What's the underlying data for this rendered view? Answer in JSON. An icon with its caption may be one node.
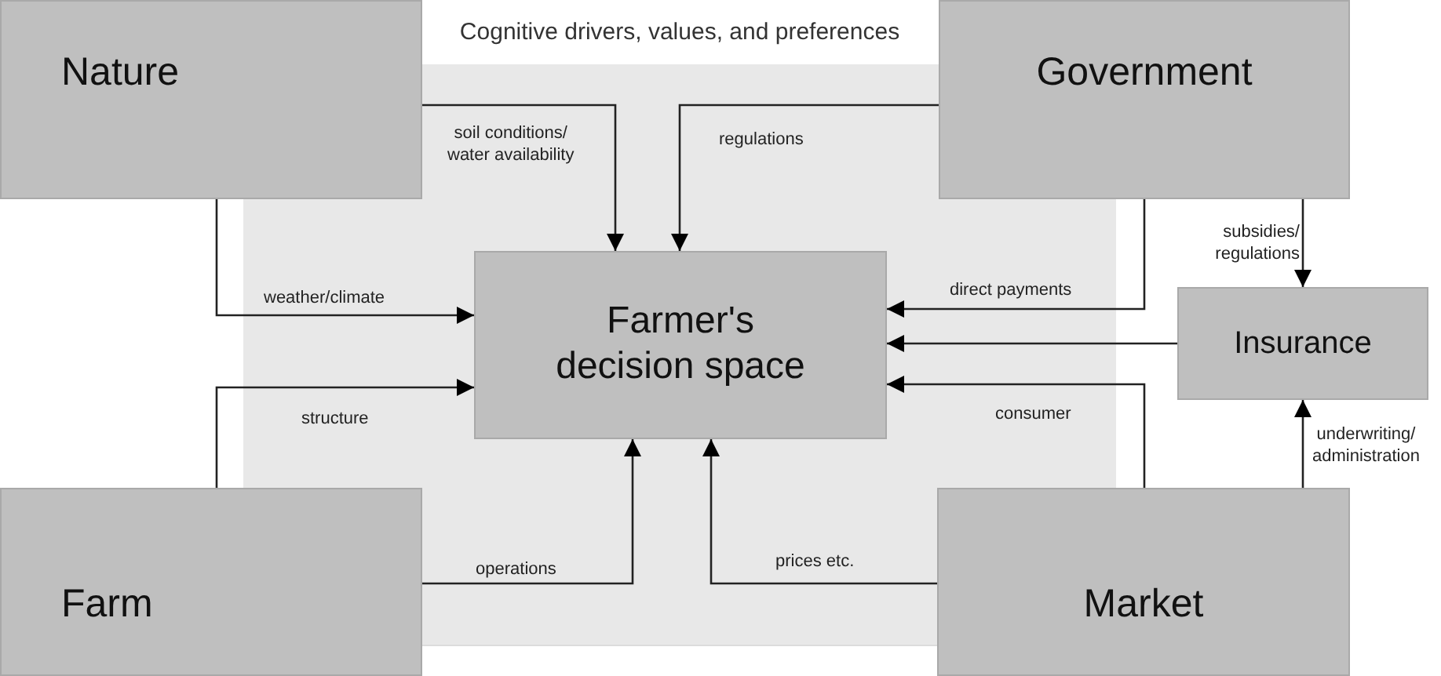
{
  "diagram": {
    "nodes": [
      {
        "text": [
          "Cognitive drivers, values, and preferences"
        ]
      },
      {
        "text": [
          "Nature"
        ]
      },
      {
        "text": [
          "Government"
        ]
      },
      {
        "text": [
          "Farmer's decision space"
        ],
        "in": 0
      },
      {
        "text": [
          "Insurance"
        ]
      },
      {
        "text": [
          "Farm"
        ]
      },
      {
        "text": [
          "Market"
        ]
      }
    ],
    "edges": [
      {
        "from": 1,
        "to": 3,
        "arrow": "to",
        "label": "soil conditions/ water availability"
      },
      {
        "from": 2,
        "to": 3,
        "arrow": "to",
        "label": "regulations"
      },
      {
        "from": 1,
        "to": 3,
        "arrow": "to",
        "label": "weather/climate"
      },
      {
        "from": 2,
        "to": 3,
        "arrow": "to",
        "label": "direct payments"
      },
      {
        "from": 2,
        "to": 4,
        "arrow": "to",
        "label": "subsidies/ regulations"
      },
      {
        "from": 4,
        "to": 3,
        "arrow": "to"
      },
      {
        "from": 6,
        "to": 3,
        "arrow": "to",
        "label": "consumer"
      },
      {
        "from": 6,
        "to": 4,
        "arrow": "to",
        "label": "underwriting/ administration"
      },
      {
        "from": 5,
        "to": 3,
        "arrow": "to",
        "label": "structure"
      },
      {
        "from": 5,
        "to": 3,
        "arrow": "to",
        "label": "operations"
      },
      {
        "from": 6,
        "to": 3,
        "arrow": "to",
        "label": "prices etc."
      }
    ]
  }
}
